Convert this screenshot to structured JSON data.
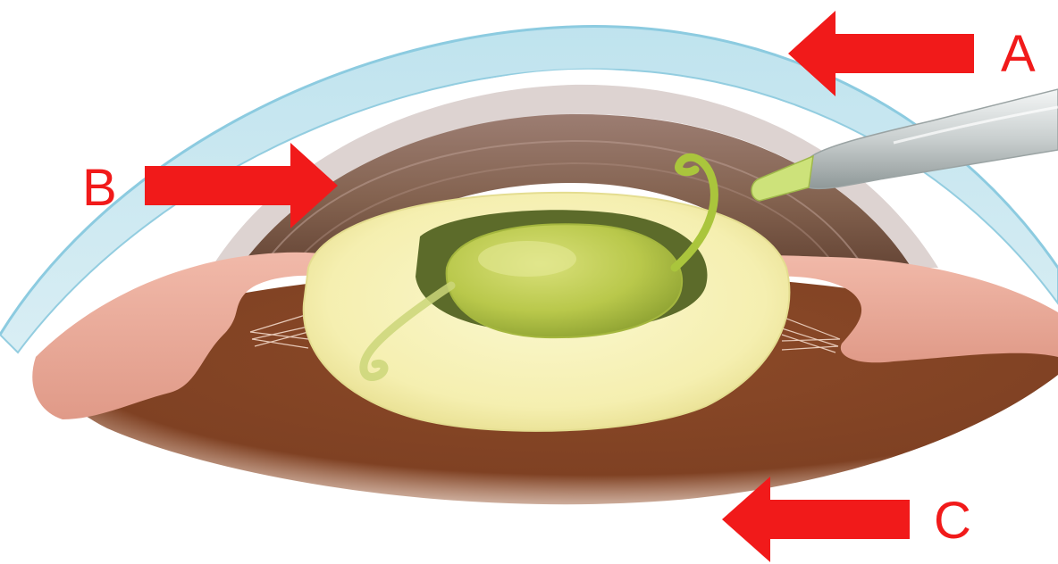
{
  "labels": {
    "a": "A",
    "b": "B",
    "c": "C"
  },
  "colors": {
    "arrow": "#f11a1a",
    "label": "#f11a1a",
    "cornea_outer": "#a8d8e8",
    "cornea_inner": "#e4f3f8",
    "sclera_band": "#d9cfcd",
    "iris": "#8b6a5e",
    "iris_light": "#b79a8f",
    "ciliary_body": "#e8a898",
    "capsule_bag": "#f4f0b2",
    "capsule_bag_edge": "#e3dc8c",
    "lens_optic": "#b9cc4a",
    "lens_optic_shadow": "#6f7f2c",
    "haptic": "#a9c23a",
    "posterior": "#8a4a2b",
    "posterior_shadow": "#6a3519",
    "instrument": "#cdd3d3",
    "instrument_tip": "#c7df6b"
  },
  "icons": {
    "arrow_a": "arrow-left-icon",
    "arrow_b": "arrow-right-icon",
    "arrow_c": "arrow-left-icon"
  }
}
